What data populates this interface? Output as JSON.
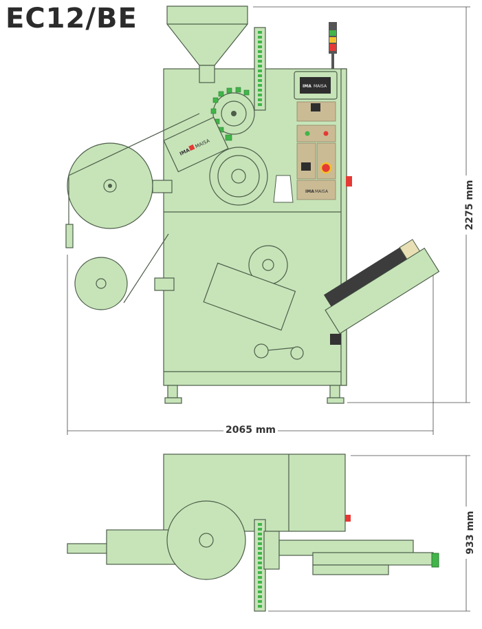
{
  "title": "EC12/BE",
  "dimensions": {
    "height_front": "2275 mm",
    "width_front": "2065 mm",
    "depth_top": "933 mm"
  },
  "logo": {
    "brand1": "IMA",
    "brand2": "MAISA"
  },
  "colors": {
    "machine": "#c6e4b8",
    "outline": "#4d5d4a",
    "accent_green": "#41b549",
    "panel": "#cbbb95",
    "stop_red": "#e53935",
    "lamp_yellow": "#f2c12e"
  }
}
